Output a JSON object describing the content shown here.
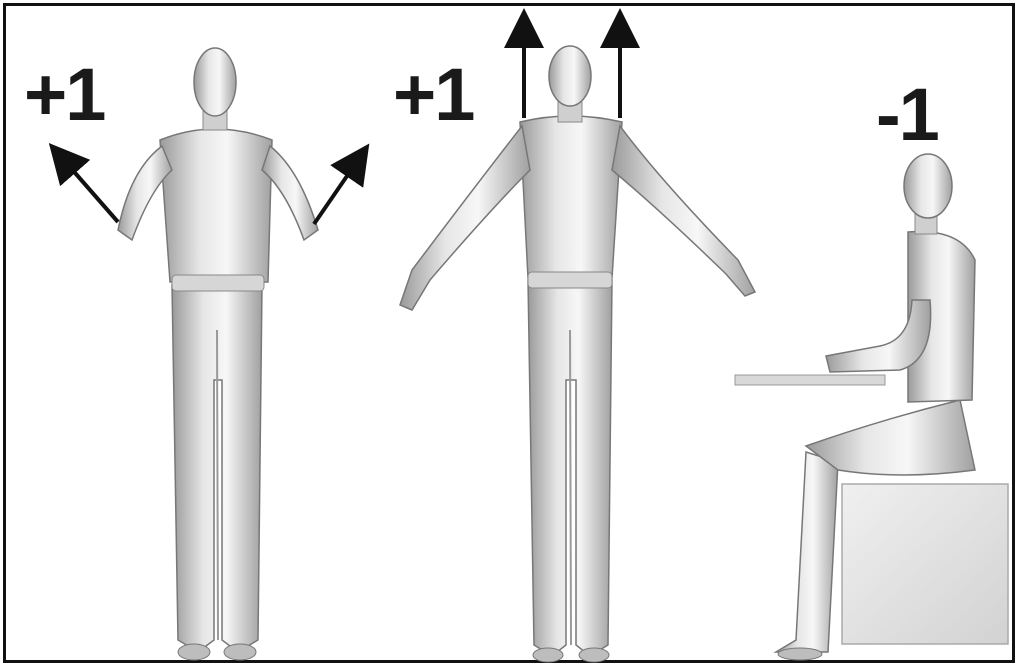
{
  "panels": [
    {
      "id": "shoulder-abducted",
      "score": "+1"
    },
    {
      "id": "shoulder-raised",
      "score": "+1"
    },
    {
      "id": "arm-supported",
      "score": "-1"
    }
  ],
  "colors": {
    "figure_light": "#f2f2f2",
    "figure_mid": "#c8c8c8",
    "figure_dark": "#8a8a8a",
    "arrow": "#111111",
    "border": "#111111",
    "box": "#e4e4e4"
  }
}
